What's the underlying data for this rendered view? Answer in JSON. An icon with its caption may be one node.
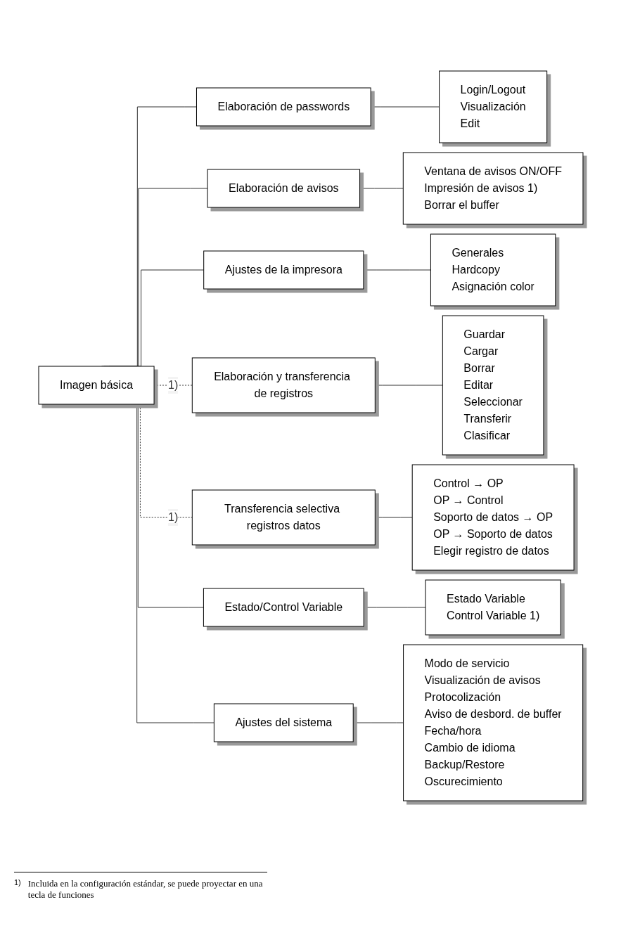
{
  "diagram": {
    "nodes": [
      {
        "text": [
          "Imagen básica"
        ]
      },
      {
        "text": [
          "Elaboración de passwords"
        ]
      },
      {
        "text": [
          "Login/Logout",
          "Visualización",
          "Edit"
        ]
      },
      {
        "text": [
          "Elaboración de avisos"
        ]
      },
      {
        "text": [
          "Ventana de avisos ON/OFF",
          "Impresión de avisos 1)",
          "Borrar el buffer"
        ]
      },
      {
        "text": [
          "Ajustes de la impresora"
        ]
      },
      {
        "text": [
          "Generales",
          "Hardcopy",
          "Asignación color"
        ]
      },
      {
        "text": [
          "Elaboración y transferencia de registros"
        ]
      },
      {
        "text": [
          "Guardar",
          "Cargar",
          "Borrar",
          "Editar",
          "Seleccionar",
          "Transferir",
          "Clasificar"
        ]
      },
      {
        "text": [
          "Transferencia selectiva registros datos"
        ]
      },
      {
        "text": [
          "Control → OP",
          "OP → Control",
          "Soporto de datos → OP",
          "OP → Soporto de datos",
          "Elegir registro de datos"
        ]
      },
      {
        "text": [
          "Estado/Control Variable"
        ]
      },
      {
        "text": [
          "Estado Variable",
          "Control Variable 1)"
        ]
      },
      {
        "text": [
          "Ajustes del sistema"
        ]
      },
      {
        "text": [
          "Modo de servicio",
          "Visualización de avisos",
          "Protocolización",
          "Aviso de desbord. de buffer",
          "Fecha/hora",
          "Cambio de idioma",
          "Backup/Restore",
          "Oscurecimiento"
        ]
      }
    ],
    "edges": [
      {
        "from": 0,
        "to": 1,
        "arrow": "none"
      },
      {
        "from": 1,
        "to": 2,
        "arrow": "none"
      },
      {
        "from": 0,
        "to": 3,
        "arrow": "none"
      },
      {
        "from": 3,
        "to": 4,
        "arrow": "none"
      },
      {
        "from": 0,
        "to": 5,
        "arrow": "none"
      },
      {
        "from": 5,
        "to": 6,
        "arrow": "none"
      },
      {
        "from": 0,
        "to": 7,
        "arrow": "none",
        "style": "dashed",
        "label": "1)"
      },
      {
        "from": 7,
        "to": 8,
        "arrow": "none"
      },
      {
        "from": 0,
        "to": 9,
        "arrow": "none",
        "style": "dashed",
        "label": "1)"
      },
      {
        "from": 9,
        "to": 10,
        "arrow": "none"
      },
      {
        "from": 0,
        "to": 11,
        "arrow": "none"
      },
      {
        "from": 11,
        "to": 12,
        "arrow": "none"
      },
      {
        "from": 0,
        "to": 13,
        "arrow": "none"
      },
      {
        "from": 13,
        "to": 14,
        "arrow": "none"
      }
    ],
    "labels": [
      "1)",
      "Incluida en la configuración estándar, se puede proyectar en una tecla de funciones"
    ]
  }
}
